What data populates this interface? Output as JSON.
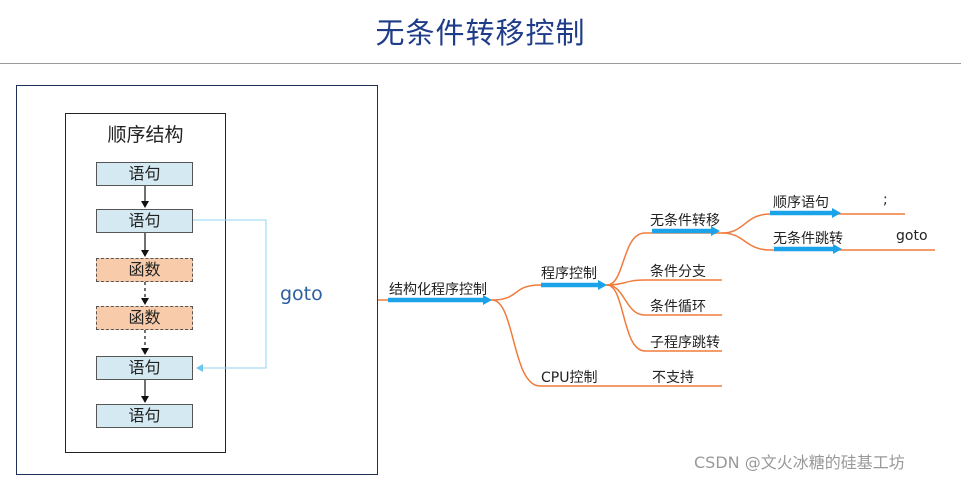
{
  "title": "无条件转移控制",
  "left_panel": {
    "box_title": "顺序结构",
    "nodes": [
      {
        "label": "语句",
        "kind": "statement"
      },
      {
        "label": "语句",
        "kind": "statement"
      },
      {
        "label": "函数",
        "kind": "function"
      },
      {
        "label": "函数",
        "kind": "function"
      },
      {
        "label": "语句",
        "kind": "statement"
      },
      {
        "label": "语句",
        "kind": "statement"
      }
    ],
    "goto_label": "goto"
  },
  "mindmap": {
    "root": "结构化程序控制",
    "program_control": "程序控制",
    "cpu_control": "CPU控制",
    "unconditional": "无条件转移",
    "cond_branch": "条件分支",
    "cond_loop": "条件循环",
    "subroutine": "子程序跳转",
    "not_supported": "不支持",
    "seq_stmt": "顺序语句",
    "seq_stmt_note": ";",
    "uncond_jump": "无条件跳转",
    "uncond_jump_note": "goto"
  },
  "colors": {
    "title": "#1f3c88",
    "statement_fill": "#d4e9f1",
    "function_fill": "#f8ccab",
    "branch_line": "#f07b3c",
    "highlight_bar": "#1aa3e8",
    "goto_link": "#8fd3f0"
  },
  "watermark": "CSDN @文火冰糖的硅基工坊"
}
